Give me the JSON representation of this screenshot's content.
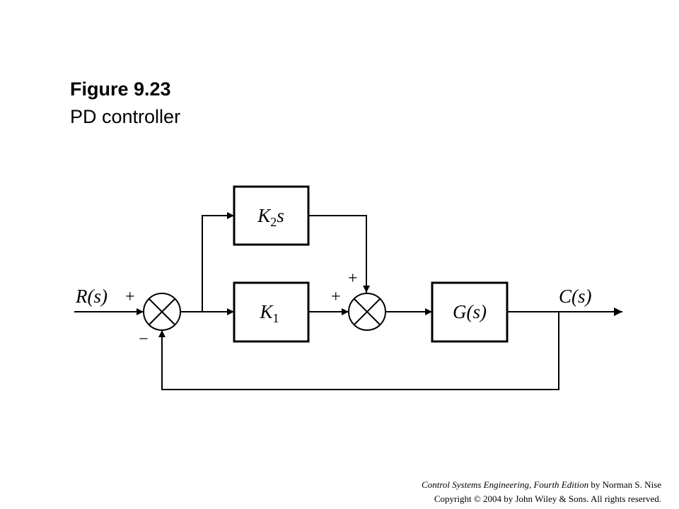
{
  "figure": {
    "title": "Figure 9.23",
    "subtitle": "PD controller"
  },
  "diagram": {
    "input_label": "R(s)",
    "output_label": "C(s)",
    "blocks": {
      "derivative": {
        "gain": "K",
        "subscript": "2",
        "suffix": "s"
      },
      "proportional": {
        "gain": "K",
        "subscript": "1"
      },
      "plant": {
        "text": "G(s)"
      }
    },
    "signs": {
      "sum1_plus": "+",
      "sum1_minus": "−",
      "sum2_left_plus": "+",
      "sum2_top_plus": "+"
    }
  },
  "footer": {
    "book_title": "Control Systems Engineering, Fourth Edition",
    "author_text": " by Norman S. Nise",
    "copyright": "Copyright © 2004 by John Wiley & Sons. All rights reserved."
  }
}
